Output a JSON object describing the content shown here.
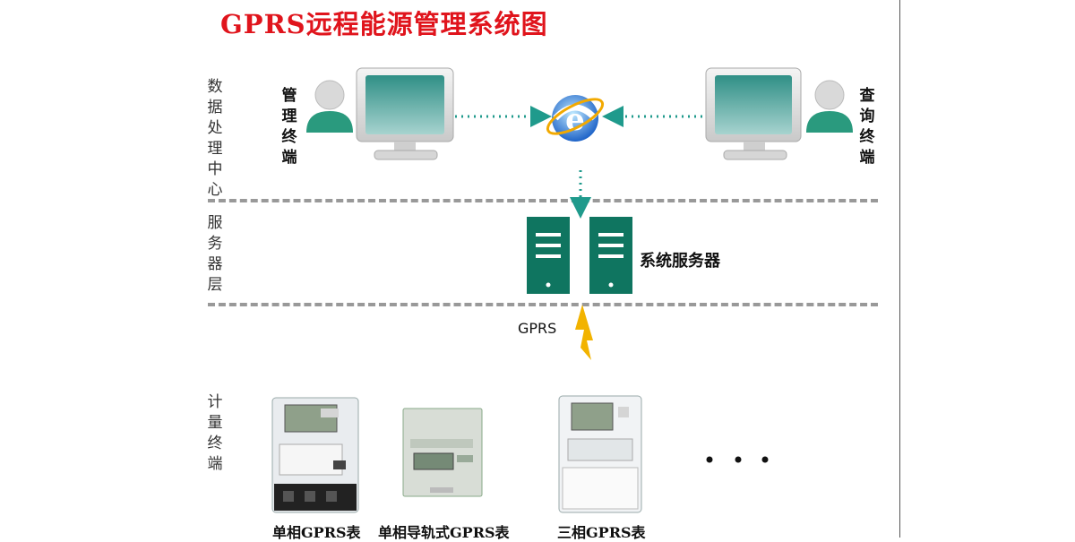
{
  "title": "GPRS远程能源管理系统图",
  "layers": {
    "data_center": "数据处理中心",
    "server": "服务器层",
    "terminal": "计量终端"
  },
  "nodes": {
    "admin_terminal": "管理终端",
    "query_terminal": "查询终端",
    "server_label": "系统服务器",
    "gprs_label": "GPRS"
  },
  "meters": [
    "单相GPRS表",
    "单相导轨式GPRS表",
    "三相GPRS表"
  ],
  "colors": {
    "title": "#e0141c",
    "server": "#0f7560",
    "arrow": "#1f9a8c",
    "person": "#2a9a7e",
    "lightning": "#f2b300"
  }
}
